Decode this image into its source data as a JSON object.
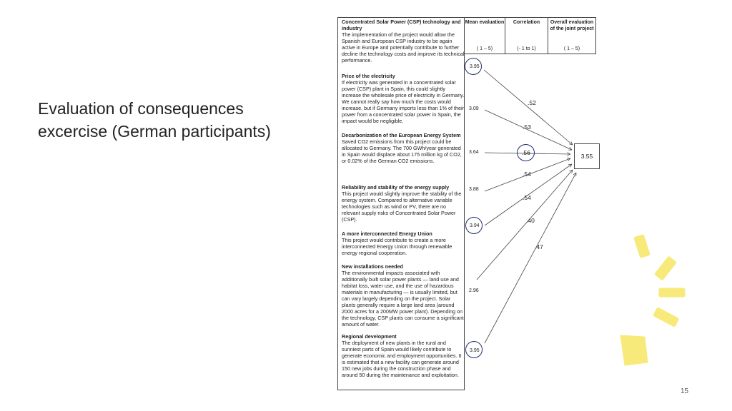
{
  "slide": {
    "title_line1": "Evaluation of consequences",
    "title_line2": "excercise (German participants)",
    "page_number": "15"
  },
  "table_header": {
    "mean": "Mean evaluation",
    "mean_range": "( 1 – 5)",
    "correlation": "Correlation",
    "correlation_range": "(- 1 to 1)",
    "overall": "Overall evaluation of the joint project",
    "overall_range": "( 1 – 5)"
  },
  "topics": [
    {
      "title": "Concentrated Solar Power (CSP) technology and industry",
      "body": "The implementation of the project would allow the Spanish and European CSP industry to be again active in Europe and potentially contribute to further decline the technology costs and improve its technical performance.",
      "mean": "3.95",
      "circled": true,
      "correlation": ".52"
    },
    {
      "title": "Price of the electricity",
      "body": "If electricity was generated in a concentrated solar power (CSP) plant in Spain, this could slightly increase the wholesale price of electricity in Germany. We cannot really say how much the costs would increase, but if Germany imports less than 1% of their power from a concentrated solar power in Spain, the impact would be negligible.",
      "mean": "3.09",
      "circled": false,
      "correlation": ".53"
    },
    {
      "title": "Decarbonization of the European Energy System",
      "body": "Saved CO2 emissions from this project could be allocated to Germany. The 700 GWh/year generated in Spain would displace about 175 million kg of CO2, or 0.02% of the German CO2 emissions.",
      "mean": "3.64",
      "circled": false,
      "correlation": ".56"
    },
    {
      "title": "Reliability and stability of the energy supply",
      "body": "This project would slightly improve the stability of the energy system. Compared to alternative variable technologies such as wind or PV, there are no relevant supply risks of Concentrated Solar Power (CSP).",
      "mean": "3.88",
      "circled": false,
      "correlation": ".54"
    },
    {
      "title": "A more interconnected Energy Union",
      "body": "This project would contribute to create a more interconnected Energy Union through renewable energy regional cooperation.",
      "mean": "3.94",
      "circled": true,
      "correlation": ".54"
    },
    {
      "title": "New installations needed",
      "body": "The environmental impacts associated with additionally built solar power plants — land use and habitat loss, water use, and the use of hazardous materials in manufacturing — is usually limited, but can vary largely depending on the project. Solar plants generally require a large land area (around 2000 acres for a 200MW power plant). Depending on the technology, CSP plants can consume a significant amount of water.",
      "mean": "2.96",
      "circled": false,
      "correlation": ".40"
    },
    {
      "title": "Regional development",
      "body": "The deployment of new plants in the rural and sunniest parts of Spain would likely contribute to generate economic and employment opportunities. It is estimated that a new facility can generate around 150 new jobs during the construction phase and around 50 during the maintenance and exploitation.",
      "mean": "3.95",
      "circled": true,
      "correlation": ".47"
    }
  ],
  "overall_value": "3.55",
  "circled_correlation": ".56",
  "colors": {
    "circle": "#1f2f6b",
    "sun": "#f7ea7a",
    "arrow": "#444444"
  }
}
